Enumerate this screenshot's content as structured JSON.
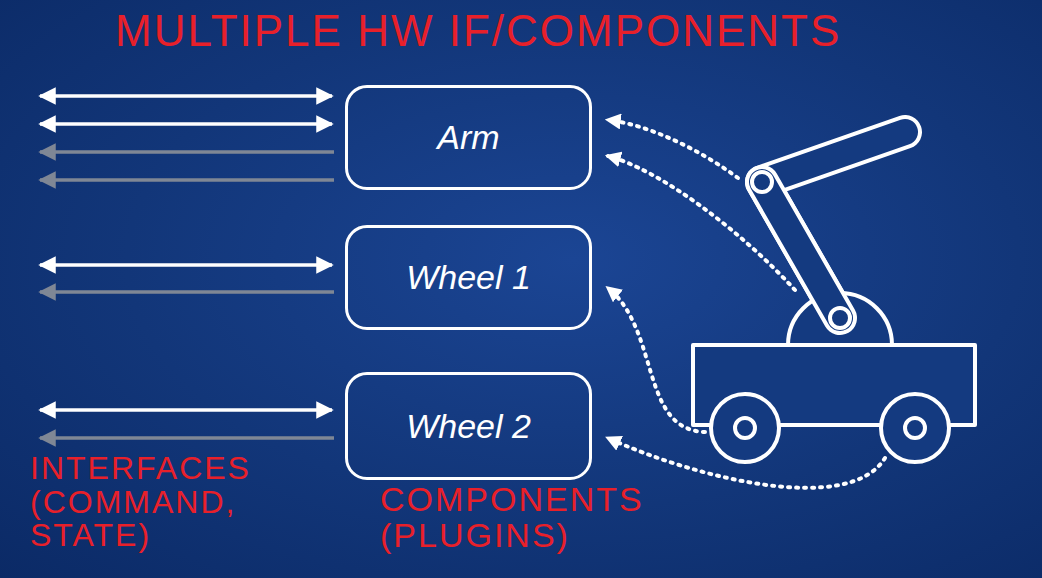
{
  "diagram": {
    "title": "MULTIPLE HW IF/COMPONENTS",
    "nodes": [
      {
        "text": [
          "Arm"
        ]
      },
      {
        "text": [
          "Wheel 1"
        ]
      },
      {
        "text": [
          "Wheel 2"
        ]
      }
    ],
    "labels": [
      "INTERFACES (COMMAND, STATE)",
      "COMPONENTS (PLUGINS)"
    ]
  }
}
